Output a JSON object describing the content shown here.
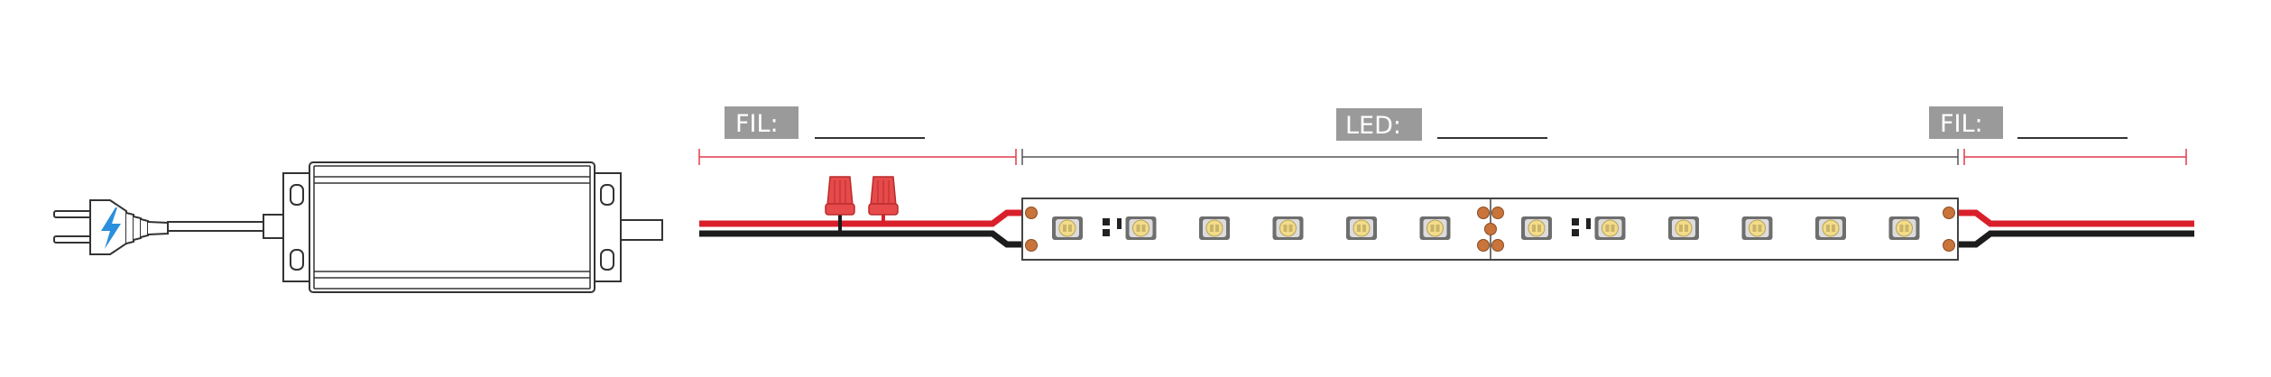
{
  "labels": {
    "fil_left": "FIL:",
    "led": "LED:",
    "fil_right": "FIL:"
  },
  "led_strip": {
    "segments": 2,
    "leds_per_segment": 6
  },
  "colors": {
    "label_box": "#9a9a9a",
    "fil_dimension": "#e23b4a",
    "led_dimension": "#555555",
    "wire_red": "#d9202a",
    "wire_black": "#1c1c1c",
    "connector": "#e64a4a",
    "solder_pad": "#c8743a",
    "led_chip": "#f2dc8a",
    "plug_icon": "#2a8fdc"
  },
  "icons": {
    "plug": "lightning-bolt-icon"
  }
}
